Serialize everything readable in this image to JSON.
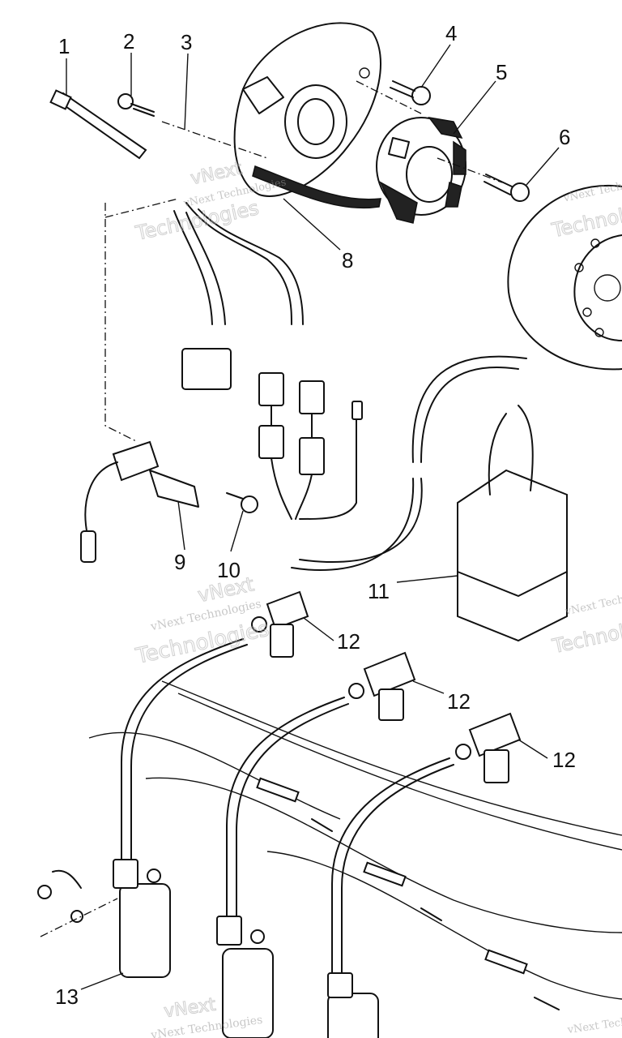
{
  "callouts": {
    "c1": "1",
    "c2": "2",
    "c3": "3",
    "c4": "4",
    "c5": "5",
    "c6": "6",
    "c8": "8",
    "c9": "9",
    "c10": "10",
    "c11": "11",
    "c12a": "12",
    "c12b": "12",
    "c12c": "12",
    "c13": "13"
  },
  "watermark": {
    "line1": "vNext",
    "line2": "vNext Technologies",
    "line3": "Technologies"
  }
}
